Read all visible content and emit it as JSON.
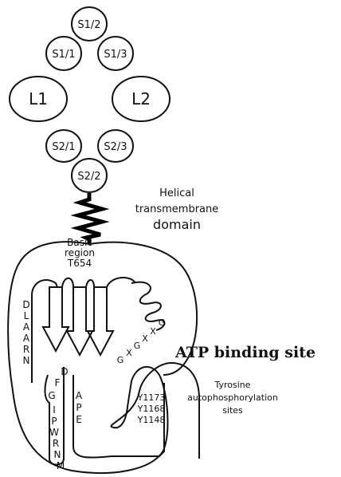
{
  "domains": {
    "s11": "S1/1",
    "s12": "S1/2",
    "s13": "S1/3",
    "l1": "L1",
    "l2": "L2",
    "s21": "S2/1",
    "s22": "S2/2",
    "s23": "S2/3"
  },
  "labels": {
    "helical_line1": "Helical",
    "helical_line2": "transmembrane",
    "helical_line3": "domain",
    "basic_line1": "Basic",
    "basic_line2": "region",
    "basic_line3": "T654",
    "atp": "ATP binding site",
    "tyr_line1": "Tyrosine",
    "tyr_line2": "autophosphorylation",
    "tyr_line3": "sites"
  },
  "motifs": {
    "dlaarn": [
      "D",
      "L",
      "A",
      "A",
      "R",
      "N"
    ],
    "dfg_d": "D",
    "dfg_f": "F",
    "dfg_g": "G",
    "gxgxxg": [
      "G",
      "X",
      "G",
      "X",
      "X",
      "G"
    ],
    "ipwrnm": [
      "I",
      "P",
      "W",
      "R",
      "N",
      "M"
    ],
    "ape": [
      "A",
      "P",
      "E"
    ]
  },
  "tyrosines": [
    "Y1173",
    "Y1168",
    "Y1148"
  ]
}
